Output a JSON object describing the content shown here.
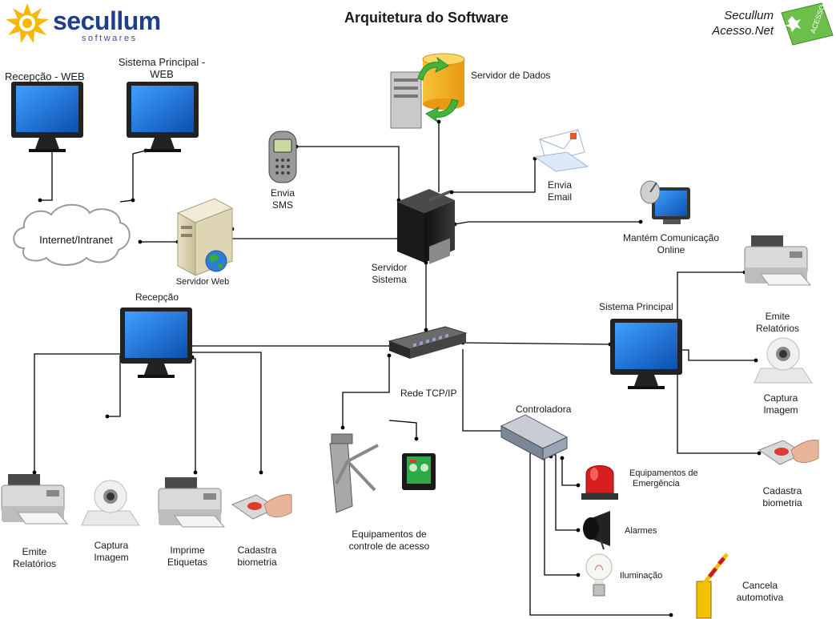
{
  "title": "Arquitetura do Software",
  "brand": {
    "name": "secullum",
    "tagline": "softwares"
  },
  "product": {
    "line1": "Secullum",
    "line2": "Acesso.Net",
    "badge": "ACESSO"
  },
  "labels": {
    "recepcao_web": "Recepção - WEB",
    "sistema_principal_web_1": "Sistema Principal -",
    "sistema_principal_web_2": "WEB",
    "internet": "Internet/Intranet",
    "servidor_web": "Servidor Web",
    "envia_sms_1": "Envia",
    "envia_sms_2": "SMS",
    "servidor_dados": "Servidor de Dados",
    "envia_email_1": "Envia",
    "envia_email_2": "Email",
    "mantem_1": "Mantém Comunicação",
    "mantem_2": "Online",
    "servidor_sistema_1": "Servidor",
    "servidor_sistema_2": "Sistema",
    "recepcao": "Recepção",
    "sistema_principal": "Sistema Principal",
    "rede": "Rede TCP/IP",
    "controladora": "Controladora",
    "emite_rel_r_1": "Emite",
    "emite_rel_r_2": "Relatórios",
    "captura_r_1": "Captura",
    "captura_r_2": "Imagem",
    "cadastra_r_1": "Cadastra",
    "cadastra_r_2": "biometria",
    "emite_rel_l_1": "Emite",
    "emite_rel_l_2": "Relatórios",
    "captura_l_1": "Captura",
    "captura_l_2": "Imagem",
    "imprime_1": "Imprime",
    "imprime_2": "Etiquetas",
    "cadastra_l_1": "Cadastra",
    "cadastra_l_2": "biometria",
    "equip_acesso_1": "Equipamentos de",
    "equip_acesso_2": "controle de acesso",
    "equip_emerg_1": "Equipamentos de",
    "equip_emerg_2": "Emergência",
    "alarmes": "Alarmes",
    "iluminacao": "Iluminação",
    "cancela_1": "Cancela",
    "cancela_2": "automotiva"
  },
  "colors": {
    "brand_blue": "#1f3f8c",
    "brand_sun": "#f5b800",
    "badge_green": "#6cc04a",
    "monitor_screen": "#1e6fd9",
    "line": "#000000"
  }
}
